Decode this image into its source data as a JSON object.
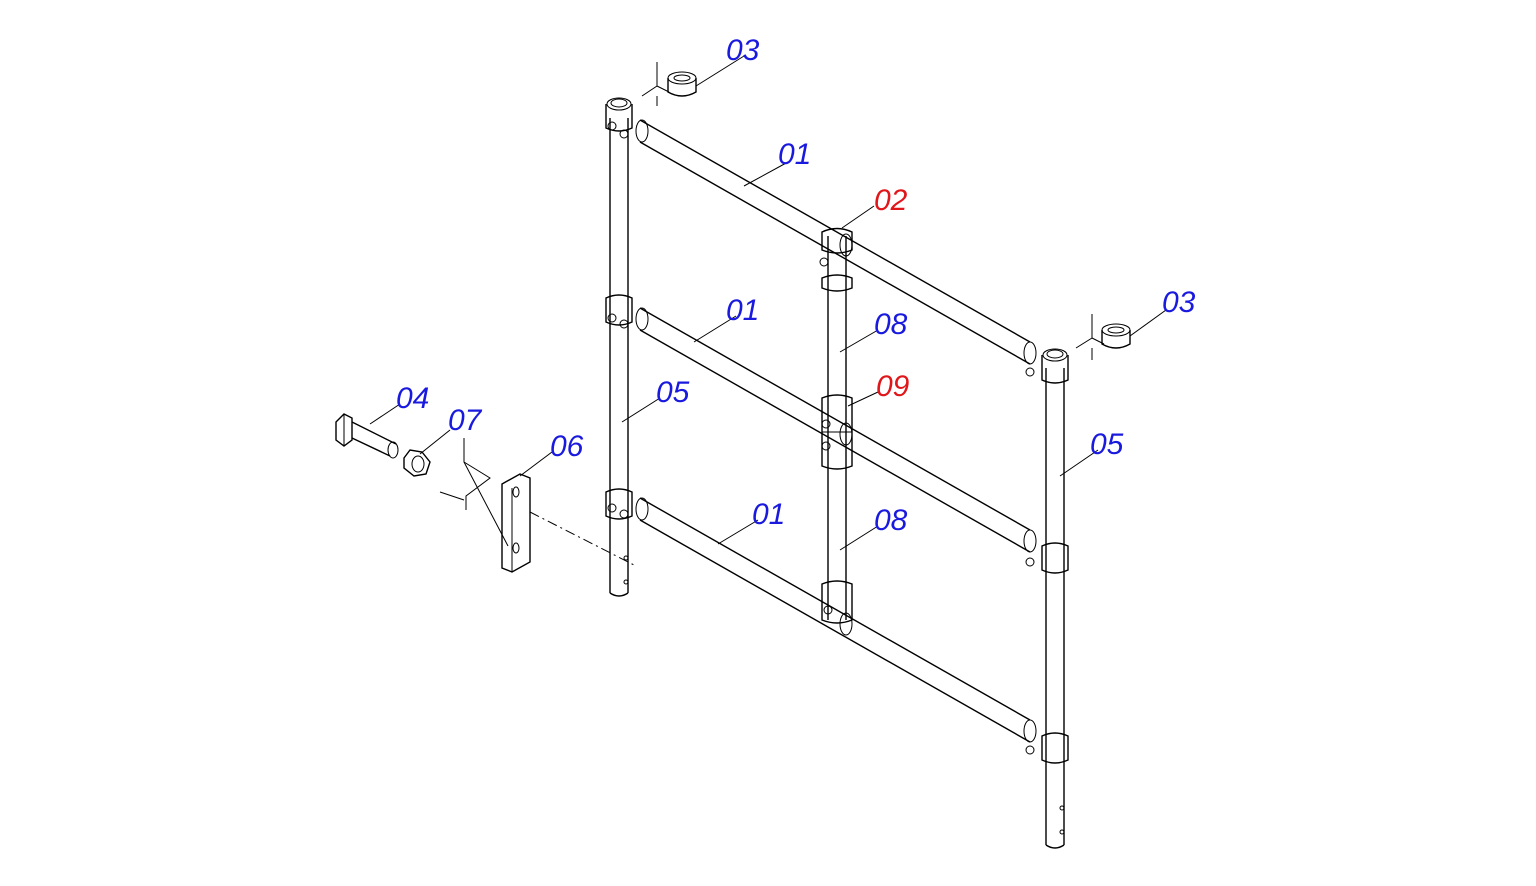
{
  "diagram": {
    "colors": {
      "standard": "#1a1adf",
      "highlight": "#e0161a",
      "line": "#000000"
    },
    "callouts": [
      {
        "id": "c03a",
        "text": "03",
        "color": "standard"
      },
      {
        "id": "c01a",
        "text": "01",
        "color": "standard"
      },
      {
        "id": "c02",
        "text": "02",
        "color": "highlight"
      },
      {
        "id": "c03b",
        "text": "03",
        "color": "standard"
      },
      {
        "id": "c01b",
        "text": "01",
        "color": "standard"
      },
      {
        "id": "c08a",
        "text": "08",
        "color": "standard"
      },
      {
        "id": "c09",
        "text": "09",
        "color": "highlight"
      },
      {
        "id": "c05a",
        "text": "05",
        "color": "standard"
      },
      {
        "id": "c05b",
        "text": "05",
        "color": "standard"
      },
      {
        "id": "c04",
        "text": "04",
        "color": "standard"
      },
      {
        "id": "c07",
        "text": "07",
        "color": "standard"
      },
      {
        "id": "c06",
        "text": "06",
        "color": "standard"
      },
      {
        "id": "c01c",
        "text": "01",
        "color": "standard"
      },
      {
        "id": "c08b",
        "text": "08",
        "color": "standard"
      }
    ]
  }
}
